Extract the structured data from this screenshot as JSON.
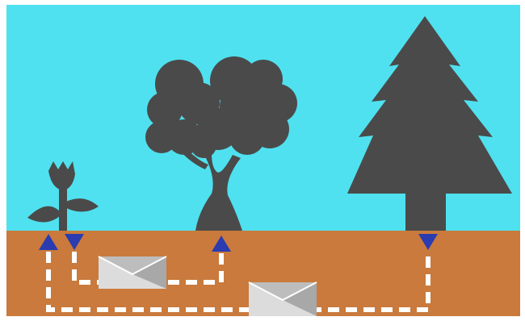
{
  "scene": {
    "colors": {
      "sky": "#4fe1ef",
      "soil": "#c97a3c",
      "silhouette": "#4a4a4a",
      "arrow": "#2b3bb0",
      "path": "#ffffff",
      "envelope_light": "#dcdcdc",
      "envelope_mid": "#bdbdbd",
      "envelope_dark": "#a8a8a8"
    },
    "elements": {
      "plants": [
        "flower",
        "deciduous-tree",
        "conifer-tree"
      ],
      "arrows": [
        "arrow-up",
        "arrow-down",
        "arrow-up",
        "arrow-down"
      ],
      "messages": [
        "envelope",
        "envelope"
      ]
    }
  }
}
